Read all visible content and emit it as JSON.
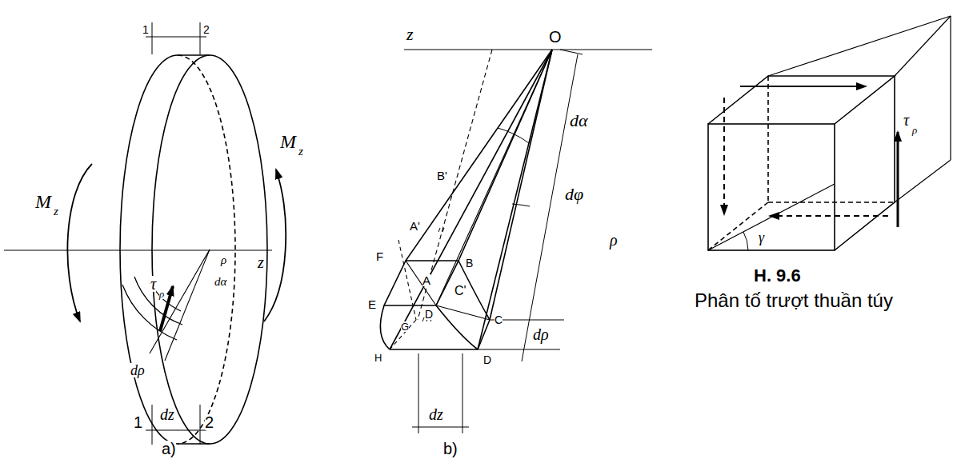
{
  "diagram": {
    "labels": [
      "1",
      "2",
      "M",
      "z",
      "M",
      "z",
      "z",
      "τ",
      "ρ",
      "ρ",
      "dα",
      "dρ",
      "1",
      "dz",
      "2",
      "a)",
      "z",
      "O",
      "dα",
      "dφ",
      "ρ",
      "B'",
      "F",
      "A'",
      "B",
      "E",
      "A",
      "D",
      "C'",
      "C",
      "G",
      "D",
      "dρ",
      "H",
      "dz",
      "b)",
      "τ",
      "ρ",
      "γ",
      "H. 9.6",
      "Phân tố trượt thuần túy"
    ]
  }
}
